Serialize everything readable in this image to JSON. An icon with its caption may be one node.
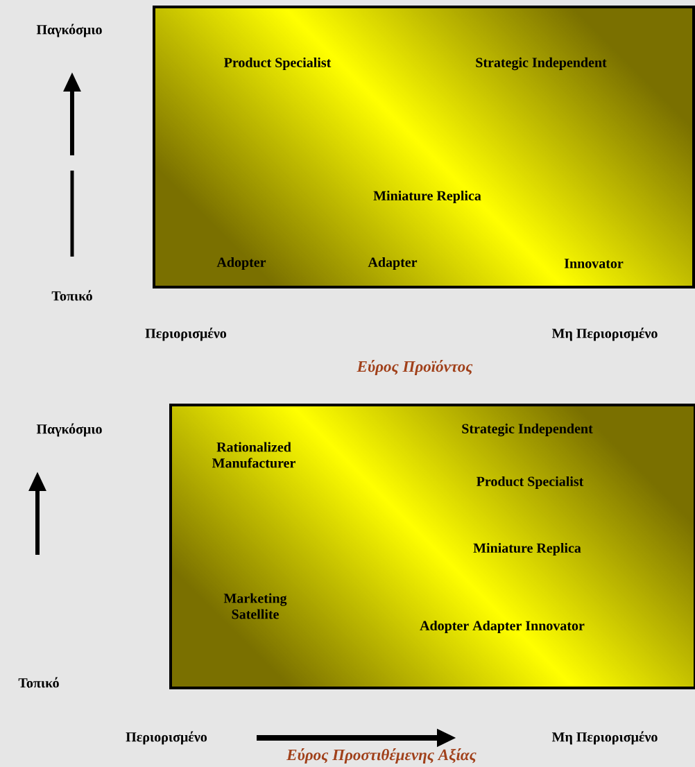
{
  "diagram": {
    "nodes": [
      {
        "text": [
          "Product Specialist",
          "Strategic Independent",
          "Miniature Replica",
          "Adopter",
          "Adapter",
          "Innovator"
        ]
      },
      {
        "text": [
          "Rationalized Manufacturer",
          "Strategic Independent",
          "Product Specialist",
          "Miniature Replica",
          "Marketing Satellite",
          "Adopter Adapter Innovator"
        ]
      }
    ],
    "labels": [
      "Παγκόσμιο",
      "Τοπικό",
      "Περιορισμένο",
      "Μη Περιορισμένο",
      "Εύρος Προϊόντος",
      "Παγκόσμιο",
      "Τοπικό",
      "Περιορισμένο",
      "Μη Περιορισμένο",
      "Εύρος Προστιθέμενης Αξίας"
    ]
  }
}
